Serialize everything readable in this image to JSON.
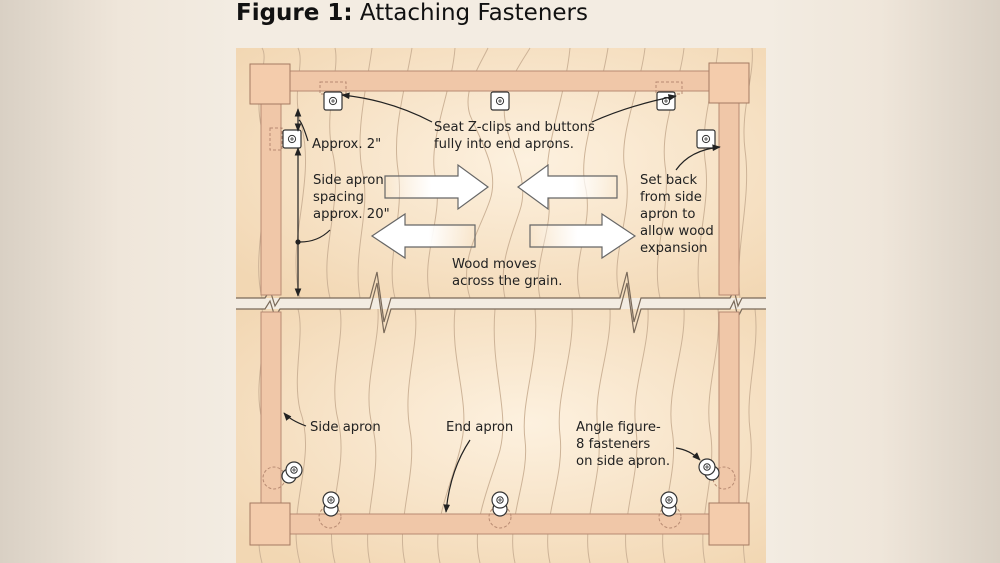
{
  "figure": {
    "title_bold": "Figure 1:",
    "title_rest": "Attaching Fasteners"
  },
  "colors": {
    "page_bg": "#f3ece2",
    "wood": "#f6dfbf",
    "grain": "#d0b69a",
    "apron": "#f0c7a8",
    "apron_stroke": "#b78a72",
    "leg": "#f4ccac",
    "hardware": "#ffffff",
    "hardware_stroke": "#333333",
    "text": "#222222"
  },
  "labels": {
    "approx_2": "Approx. 2\"",
    "side_spacing_1": "Side apron",
    "side_spacing_2": "spacing",
    "side_spacing_3": "approx. 20\"",
    "seat_1": "Seat Z-clips and buttons",
    "seat_2": "fully into end aprons.",
    "setback_1": "Set back",
    "setback_2": "from side",
    "setback_3": "apron to",
    "setback_4": "allow wood",
    "setback_5": "expansion",
    "wood_moves_1": "Wood moves",
    "wood_moves_2": "across the grain.",
    "side_apron": "Side apron",
    "end_apron": "End apron",
    "angle_1": "Angle figure-",
    "angle_2": "8 fasteners",
    "angle_3": "on side apron."
  },
  "icons": {
    "z_clip": "z-clip-icon",
    "figure8": "figure-8-fastener-icon",
    "arrow": "movement-arrow-icon"
  }
}
